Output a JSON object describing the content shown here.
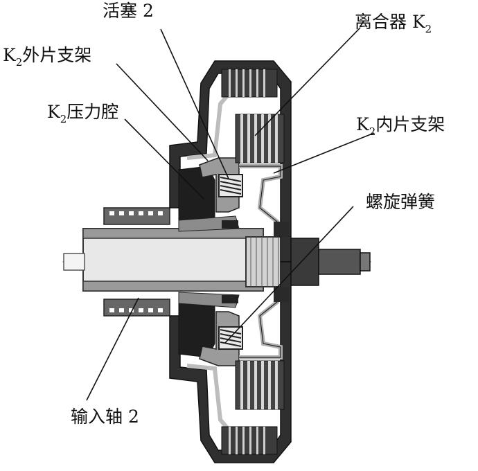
{
  "figure": {
    "labels": {
      "piston_2": "活塞 2",
      "clutch_k2_text": "离合器 K",
      "clutch_k2_sub": "2",
      "outer_carrier_k": "K",
      "outer_carrier_sub": "2",
      "outer_carrier_text": "外片支架",
      "pressure_chamber_k": "K",
      "pressure_chamber_sub": "2",
      "pressure_chamber_text": "压力腔",
      "inner_carrier_k": "K",
      "inner_carrier_sub": "2",
      "inner_carrier_text": "内片支架",
      "spiral_spring": "螺旋弹簧",
      "input_shaft_2": "输入轴 2"
    },
    "colors": {
      "dark": "#2a2a2a",
      "mid": "#8a8a8a",
      "light": "#c8c8c8",
      "shaft": "#e6e6e6"
    }
  }
}
